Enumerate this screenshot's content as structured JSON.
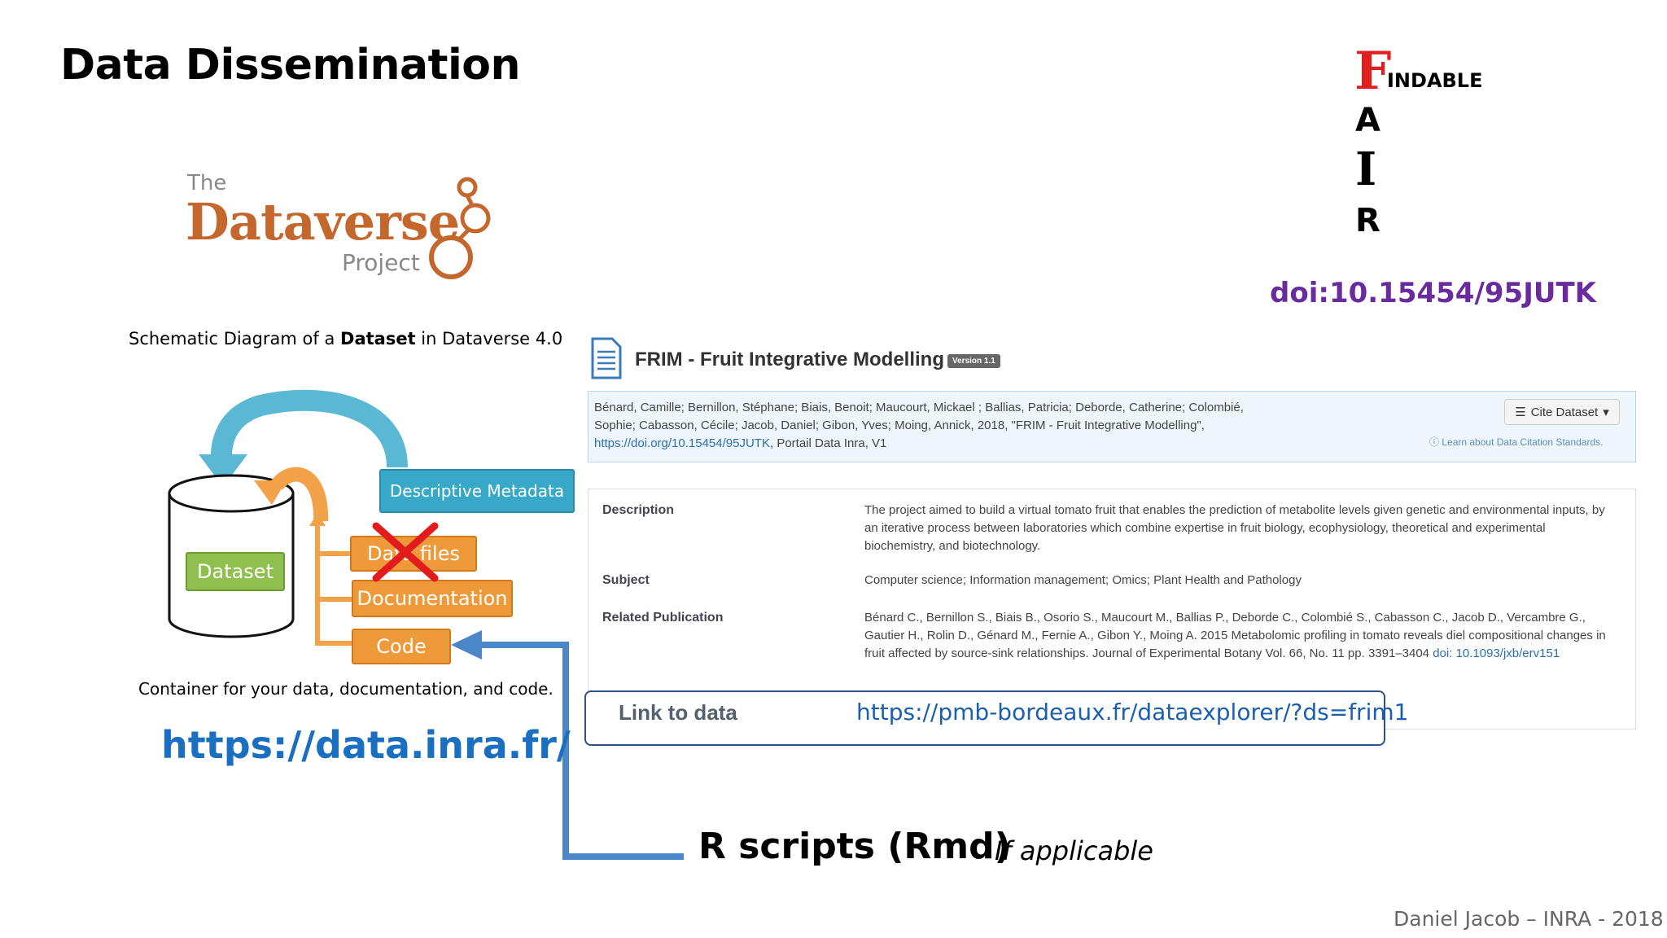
{
  "slide": {
    "title": "Data Dissemination",
    "footer_credit": "Daniel Jacob – INRA - 2018"
  },
  "fair": {
    "f_letter": "F",
    "findable_rest": "INDABLE",
    "a_letter": "A",
    "i_letter": "I",
    "r_letter": "R",
    "doi": "doi:10.15454/95JUTK"
  },
  "dataverse_logo": {
    "the": "The",
    "dataverse": "Dataverse",
    "project": "Project"
  },
  "diagram": {
    "caption_prefix": "Schematic Diagram of a ",
    "caption_bold": "Dataset",
    "caption_suffix": " in Dataverse 4.0",
    "dataset": "Dataset",
    "descriptive_metadata": "Descriptive Metadata",
    "data_files": "Data files",
    "documentation": "Documentation",
    "code": "Code",
    "container_caption": "Container for your data, documentation, and code.",
    "repo_url": "https://data.inra.fr/"
  },
  "r_scripts": {
    "label": "R scripts (Rmd)",
    "note": "If applicable"
  },
  "record": {
    "title": "FRIM - Fruit Integrative Modelling",
    "version": "Version 1.1",
    "citation_text": "Bénard, Camille; Bernillon, Stéphane; Biais, Benoit; Maucourt, Mickael ; Ballias, Patricia; Deborde, Catherine; Colombié, Sophie; Cabasson, Cécile; Jacob, Daniel; Gibon, Yves; Moing, Annick, 2018, \"FRIM - Fruit Integrative Modelling\", ",
    "citation_doi": "https://doi.org/10.15454/95JUTK",
    "citation_tail": ", Portail Data Inra, V1",
    "cite_button": "Cite Dataset",
    "learn_link": "Learn about Data Citation Standards.",
    "description_label": "Description",
    "description_value": "The project aimed to build a virtual tomato fruit that enables the prediction of metabolite levels given genetic and environmental inputs, by an iterative process between laboratories which combine expertise in fruit biology, ecophysiology, theoretical and experimental biochemistry, and biotechnology.",
    "subject_label": "Subject",
    "subject_value": "Computer science; Information management; Omics; Plant Health and Pathology",
    "publication_label": "Related Publication",
    "publication_value": "Bénard C., Bernillon S., Biais B., Osorio S., Maucourt M., Ballias P., Deborde C., Colombié S., Cabasson C., Jacob D., Vercambre G., Gautier H., Rolin D., Génard M., Fernie A., Gibon Y., Moing A. 2015 Metabolomic profiling in tomato reveals diel compositional changes in fruit affected by source-sink relationships. Journal of Experimental Botany Vol. 66, No. 11 pp. 3391–3404 ",
    "publication_doi_label": "doi:",
    "publication_doi": "10.1093/jxb/erv151",
    "link_label": "Link to data",
    "link_url": "https://pmb-bordeaux.fr/dataexplorer/?ds=frim1"
  },
  "colors": {
    "doi_purple": "#6a2b9e",
    "fair_red": "#e02020",
    "link_blue": "#1a6fc0",
    "arrow_blue": "#4a86c8",
    "metadata_teal": "#38a8c8",
    "orange": "#ef9a3a",
    "dataset_green": "#8fbf4e",
    "logo_orange": "#c4672d"
  }
}
